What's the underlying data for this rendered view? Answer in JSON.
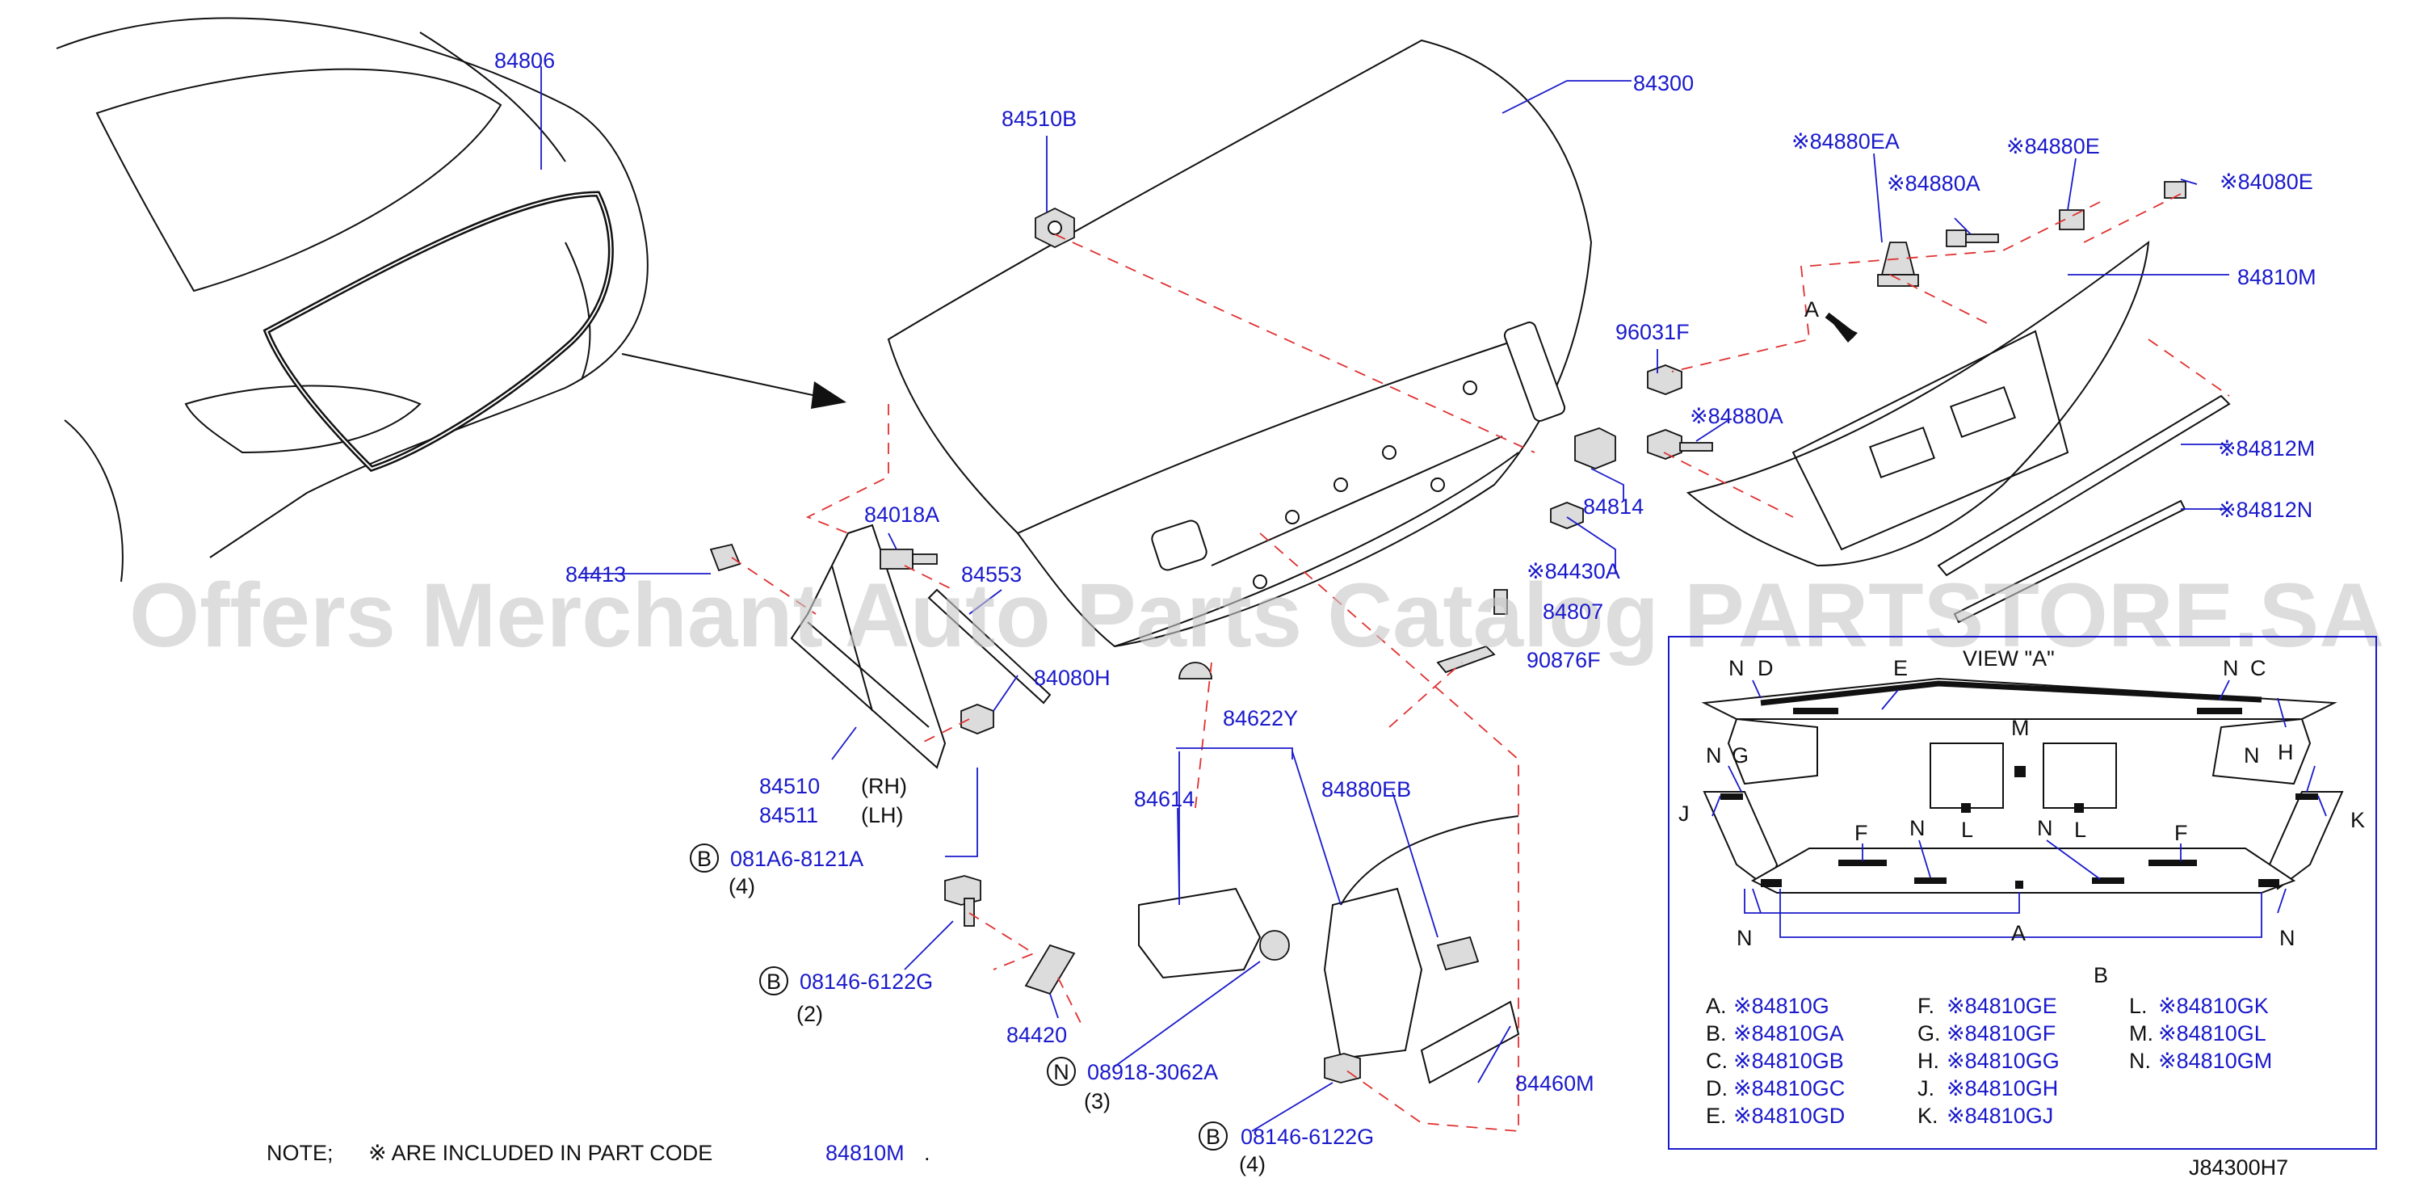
{
  "watermark": "Offers Merchant Auto Parts Catalog PARTSTORE.SA",
  "diagram_code": "J84300H7",
  "note": {
    "prefix": "NOTE;",
    "text": "※ ARE INCLUDED IN PART CODE",
    "code": "84810M",
    "suffix": "."
  },
  "view_a": {
    "title": "VIEW \"A\"",
    "arrow_label": "A"
  },
  "labels": {
    "p84806": "84806",
    "p84300": "84300",
    "p84510B": "84510B",
    "p84880EA": "※84880EA",
    "p84880E": "※84880E",
    "p84880A_1": "※84880A",
    "p84080E": "※84080E",
    "p84810M": "84810M",
    "p96031F": "96031F",
    "p84880A_2": "※84880A",
    "p84812M": "※84812M",
    "p84812N": "※84812N",
    "p84814": "84814",
    "p84430A": "※84430A",
    "p84018A": "84018A",
    "p84413": "84413",
    "p84553": "84553",
    "p84080H": "84080H",
    "p84510": "84510",
    "rh": "(RH)",
    "p84511": "84511",
    "lh": "(LH)",
    "b_081A6": "081A6-8121A",
    "q4a": "(4)",
    "b_08146_1": "08146-6122G",
    "q2": "(2)",
    "p84420": "84420",
    "n_08918": "08918-3062A",
    "q3": "(3)",
    "b_08146_2": "08146-6122G",
    "q4b": "(4)",
    "p84622Y": "84622Y",
    "p84614": "84614",
    "p84880EB": "84880EB",
    "p84460M": "84460M",
    "circ_b": "B",
    "circ_n": "N",
    "hidden_1": "84807",
    "hidden_2": "90876F"
  },
  "view_letters": [
    "N",
    "D",
    "E",
    "N",
    "C",
    "H",
    "N",
    "G",
    "M",
    "N",
    "J",
    "K",
    "F",
    "N",
    "N",
    "F",
    "L",
    "L",
    "N",
    "A",
    "N",
    "B"
  ],
  "legend": [
    {
      "key": "A.",
      "code": "※84810G"
    },
    {
      "key": "B.",
      "code": "※84810GA"
    },
    {
      "key": "C.",
      "code": "※84810GB"
    },
    {
      "key": "D.",
      "code": "※84810GC"
    },
    {
      "key": "E.",
      "code": "※84810GD"
    },
    {
      "key": "F.",
      "code": "※84810GE"
    },
    {
      "key": "G.",
      "code": "※84810GF"
    },
    {
      "key": "H.",
      "code": "※84810GG"
    },
    {
      "key": "J.",
      "code": "※84810GH"
    },
    {
      "key": "K.",
      "code": "※84810GJ"
    },
    {
      "key": "L.",
      "code": "※84810GK"
    },
    {
      "key": "M.",
      "code": "※84810GL"
    },
    {
      "key": "N.",
      "code": "※84810GM"
    }
  ]
}
